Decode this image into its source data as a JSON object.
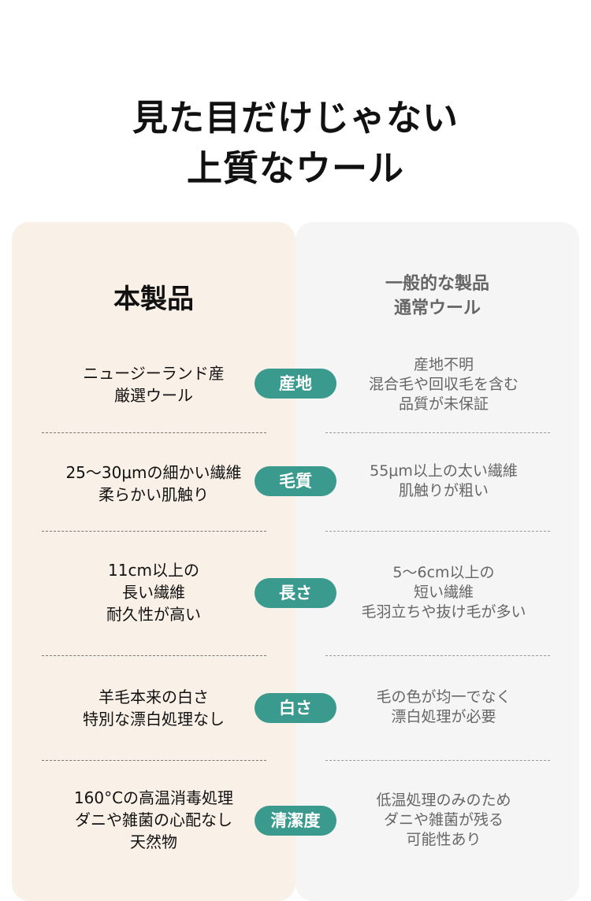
{
  "title": {
    "line1": "見た目だけじゃない",
    "line2": "上質なウール"
  },
  "columns": {
    "ours": "本製品",
    "general_line1": "一般的な製品",
    "general_line2": "通常ウール"
  },
  "rows": [
    {
      "label": "産地",
      "ours": [
        "ニュージーランド産",
        "厳選ウール"
      ],
      "general": [
        "産地不明",
        "混合毛や回収毛を含む",
        "品質が未保証"
      ]
    },
    {
      "label": "毛質",
      "ours": [
        "25〜30μmの細かい繊維",
        "柔らかい肌触り"
      ],
      "general": [
        "55μm以上の太い繊維",
        "肌触りが粗い"
      ]
    },
    {
      "label": "長さ",
      "ours": [
        "11cm以上の",
        "長い繊維",
        "耐久性が高い"
      ],
      "general": [
        "5〜6cm以上の",
        "短い繊維",
        "毛羽立ちや抜け毛が多い"
      ]
    },
    {
      "label": "白さ",
      "ours": [
        "羊毛本来の白さ",
        "特別な漂白処理なし"
      ],
      "general": [
        "毛の色が均一でなく",
        "漂白処理が必要"
      ]
    },
    {
      "label": "清潔度",
      "ours": [
        "160°Cの高温消毒処理",
        "ダニや雑菌の心配なし",
        "天然物"
      ],
      "general": [
        "低温処理のみのため",
        "ダニや雑菌が残る",
        "可能性あり"
      ]
    }
  ],
  "colors": {
    "accent": "#3a9a8d",
    "ours_bg": "#f9f0e7",
    "general_bg": "#f5f5f5",
    "ours_text": "#111111",
    "general_text": "#666666"
  }
}
